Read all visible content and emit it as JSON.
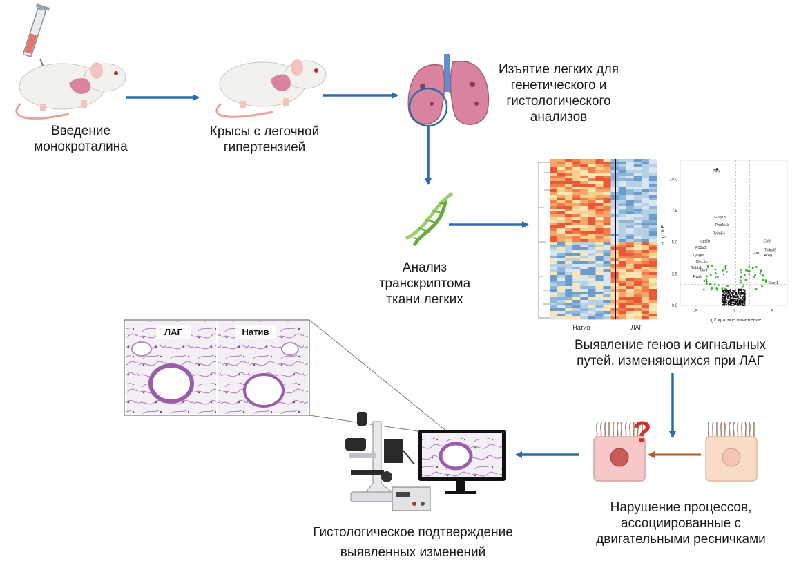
{
  "steps": {
    "injection_label": "Введение\nмонокроталина",
    "rats_label": "Крысы с легочной\nгипертензией",
    "lungs_label": "Изъятие легких для\nгенетического и\nгистологического\nанализов",
    "transcriptome_label": "Анализ\nтранскриптома\nткани легких",
    "genes_label": "Выявление генов и сигнальных\nпутей, изменяющихся при ЛАГ",
    "cilia_label": "Нарушение процессов,\nассоциированные с\nдвигательными ресничками",
    "histology_label": "Гистологическое подтверждение\nвыявленных изменений"
  },
  "heatmap": {
    "col_left_label": "Натив",
    "col_right_label": "ЛАГ"
  },
  "volcano": {
    "y_axis_label": "-Log10 P",
    "x_axis_label": "Log2 кратное изменение",
    "y_ticks": [
      "0.0",
      "2.5",
      "5.0",
      "7.5",
      "10.0"
    ],
    "x_ticks": [
      "-5",
      "0",
      "5"
    ],
    "gene_labels": [
      "Npy",
      "Gng13",
      "Ppp1r1b",
      "Trim54",
      "Itga2b",
      "F13a1",
      "Ly6g6f",
      "Clec1b",
      "Tubb1",
      "Gp9",
      "Pvalb",
      "Cd5l",
      "Tnfrsf9",
      "Lpa",
      "Areg",
      "Ecel1"
    ]
  },
  "histology": {
    "panel_left_label": "ЛАГ",
    "panel_right_label": "Натив"
  },
  "colors": {
    "arrow_blue": "#2e6aa6",
    "arrow_orange": "#b65a24",
    "lung_pink": "#d9849e",
    "dna_green": "#6aaa3e",
    "cell_diseased": "#f6c8c8",
    "cell_normal": "#f9dcc8",
    "question_red": "#d42a2a"
  }
}
